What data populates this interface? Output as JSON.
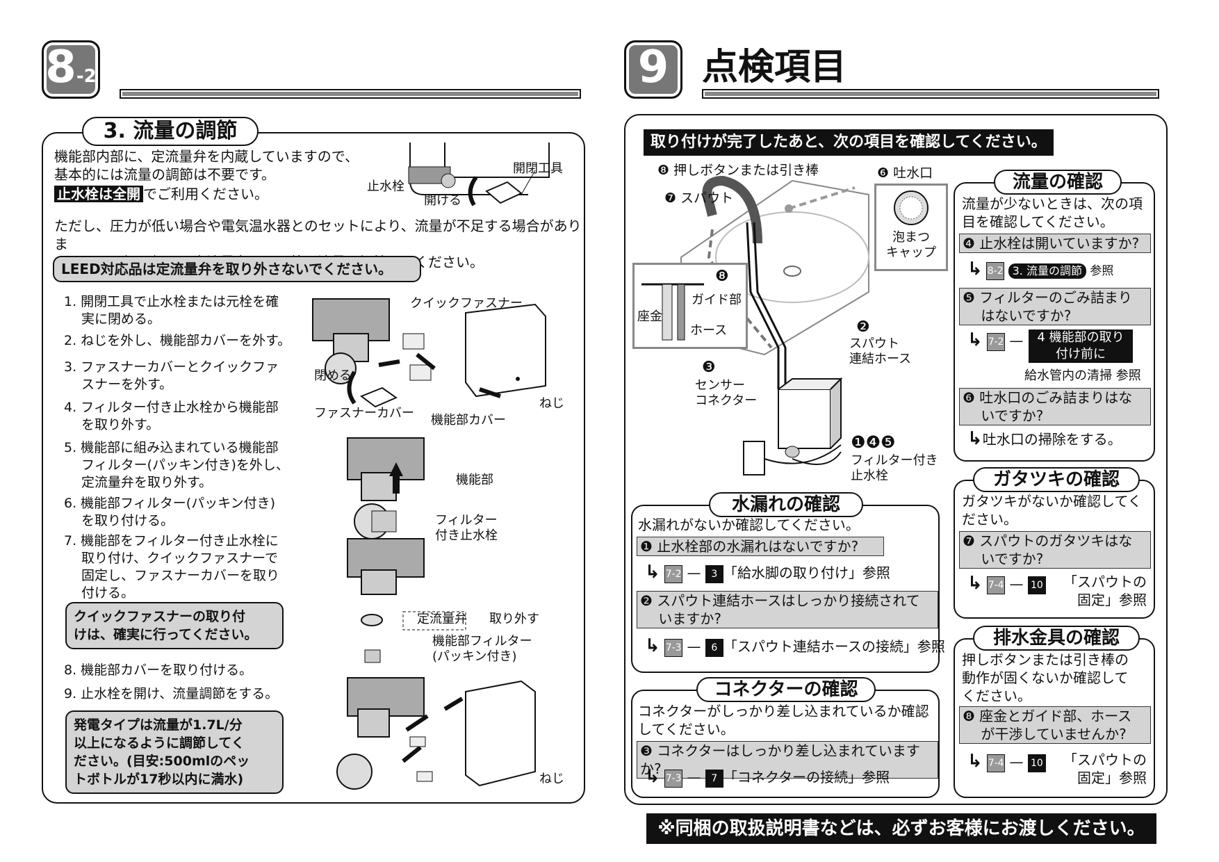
{
  "left": {
    "sec_num": "8",
    "sec_sub": "-2",
    "heading": "3. 流量の調節",
    "intro": "機能部内部に、定流量弁を内蔵していますので、\n基本的には流量の調節は不要です。",
    "intro_bold": "止水栓は全開",
    "intro_tail": "でご利用ください。",
    "fig1_labels": {
      "tool": "開閉工具",
      "valve": "止水栓",
      "open": "開ける"
    },
    "note": "ただし、圧力が低い場合や電気温水器とのセットにより、流量が不足する場合がありま\nすので、下記要領にて定流量弁を取り外し流量を調節してください。",
    "leed": "LEED対応品は定流量弁を取り外さないでください。",
    "steps": [
      "1. 開閉工具で止水栓または元栓を確\n　 実に閉める。",
      "2. ねじを外し、機能部カバーを外す。",
      "3. ファスナーカバーとクイックファ\n　 スナーを外す。",
      "4. フィルター付き止水栓から機能部\n　 を取り外す。",
      "5. 機能部に組み込まれている機能部\n　 フィルター(パッキン付き)を外し、\n　 定流量弁を取り外す。",
      "6. 機能部フィルター(パッキン付き)\n　 を取り付ける。",
      "7. 機能部をフィルター付き止水栓に\n　 取り付け、クイックファスナーで\n　 固定し、ファスナーカバーを取り\n　 付ける。"
    ],
    "warn1": "クイックファスナーの取り付\nけは、確実に行ってください。",
    "steps2": [
      "8. 機能部カバーを取り付ける。",
      "9. 止水栓を開け、流量調節をする。"
    ],
    "warn2": "発電タイプは流量が1.7L/分\n以上になるように調節してく\nださい。(目安:500mlのペッ\nトボトルが17秒以内に満水)",
    "fig_labels": {
      "quick": "クイックファスナー",
      "close": "閉める",
      "fcover": "ファスナーカバー",
      "fpcover": "機能部カバー",
      "screw": "ねじ",
      "unit": "機能部",
      "fvalve": "フィルター\n付き止水栓",
      "cvalve": "定流量弁",
      "remove": "取り外す",
      "ffilter": "機能部フィルター\n(パッキン付き)",
      "screw2": "ねじ"
    }
  },
  "right": {
    "sec_num": "9",
    "title": "点検項目",
    "banner": "取り付けが完了したあと、次の項目を確認してください。",
    "diagram": {
      "l8": "❽ 押しボタンまたは引き棒",
      "l6": "❻ 吐水口",
      "l7": "❼ スパウト",
      "cap": "泡まつ\nキャップ",
      "inset8": "❽",
      "guide": "ガイド部",
      "seat": "座金",
      "hose": "ホース",
      "l2n": "❷",
      "l2": "スパウト\n連結ホース",
      "l3n": "❸",
      "l3": "センサー\nコネクター",
      "l145": "❶❹❺",
      "lfv": "フィルター付き\n止水栓"
    },
    "leak": {
      "title": "水漏れの確認",
      "intro": "水漏れがないか確認してください。",
      "q1": "❶ 止水栓部の水漏れはないですか?",
      "r1_badge": "7-2",
      "r1_num": "3",
      "r1": "「給水脚の取り付け」参照",
      "q2": "❷ スパウト連結ホースはしっかり接続されて\n　 いますか?",
      "r2_badge": "7-3",
      "r2_num": "6",
      "r2": "「スパウト連結ホースの接続」参照"
    },
    "conn": {
      "title": "コネクターの確認",
      "intro": "コネクターがしっかり差し込まれているか確認\nしてください。",
      "q": "❸ コネクターはしっかり差し込まれていますか?",
      "r_badge": "7-3",
      "r_num": "7",
      "r": "「コネクターの接続」参照"
    },
    "flow": {
      "title": "流量の確認",
      "intro": "流量が少ないときは、次の項\n目を確認してください。",
      "q4": "❹ 止水栓は開いていますか?",
      "r4_badge": "8-2",
      "r4_pill": "3. 流量の調節",
      "r4": "参照",
      "q5": "❺ フィルターのごみ詰まり\n　 はないですか?",
      "r5_badge": "7-2",
      "r5_box": "4 機能部の取り\n付け前に",
      "r5_tail": "給水管内の清掃 参照",
      "q6": "❻ 吐水口のごみ詰まりはな\n　 いですか?",
      "r6": "吐水口の掃除をする。"
    },
    "rattle": {
      "title": "ガタツキの確認",
      "intro": "ガタツキがないか確認してく\nださい。",
      "q": "❼ スパウトのガタツキはな\n　 いですか?",
      "r_badge": "7-4",
      "r_num": "10",
      "r": "「スパウトの\n固定」参照"
    },
    "drain": {
      "title": "排水金具の確認",
      "intro": "押しボタンまたは引き棒の\n動作が固くないか確認して\nください。",
      "q": "❽ 座金とガイド部、ホース\n　 が干渉していませんか?",
      "r_badge": "7-4",
      "r_num": "10",
      "r": "「スパウトの\n固定」参照"
    },
    "footer": "※同梱の取扱説明書などは、必ずお客様にお渡しください。"
  }
}
